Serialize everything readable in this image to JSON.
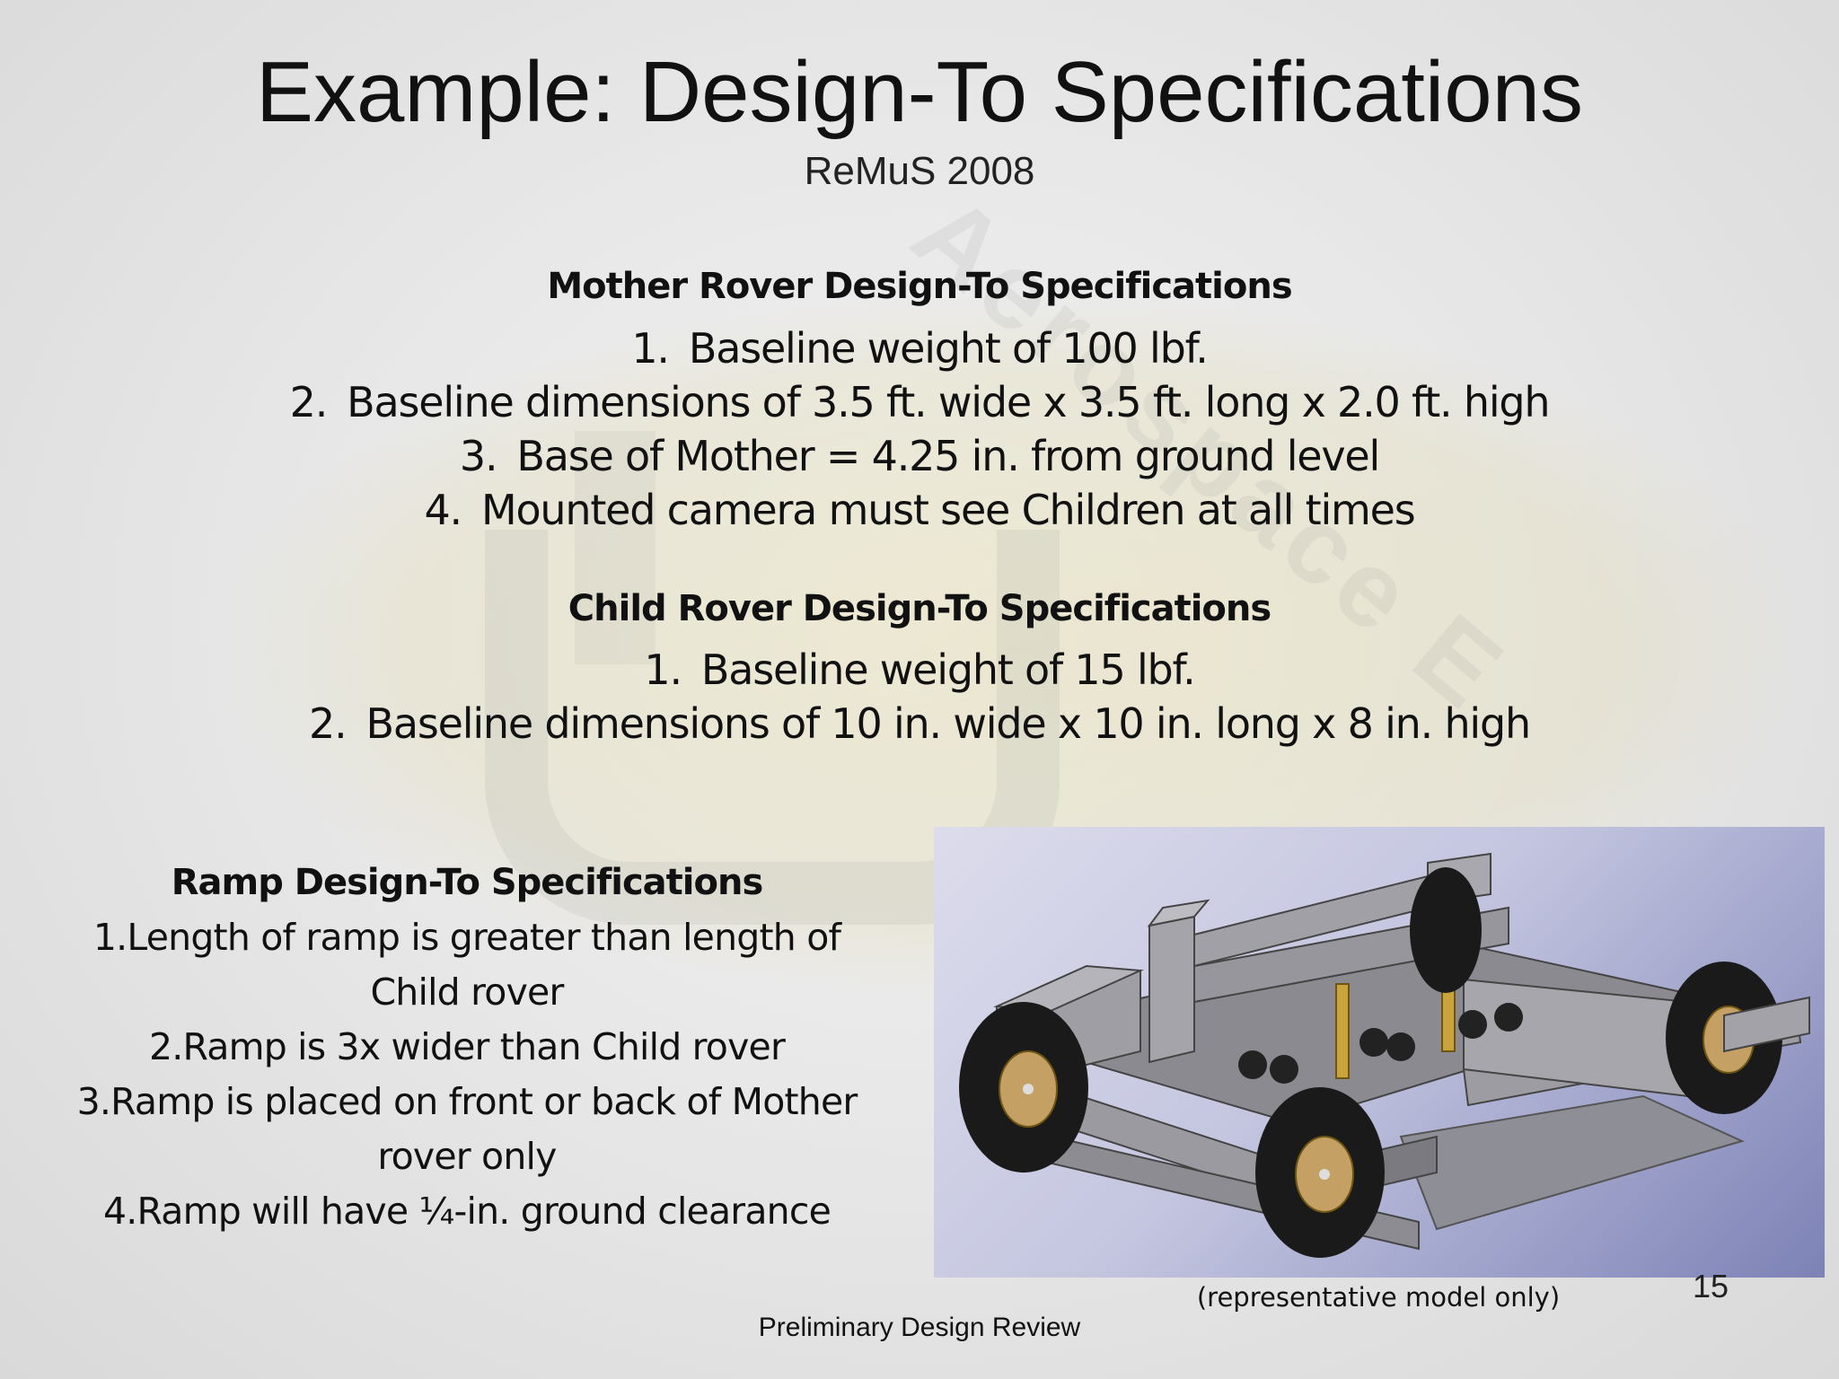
{
  "slide": {
    "title": "Example: Design-To Specifications",
    "subtitle": "ReMuS 2008",
    "watermark_text": "Aerospace E"
  },
  "mother": {
    "heading": "Mother Rover Design-To Specifications",
    "items": [
      {
        "num": "1.",
        "text": "Baseline weight of 100 lbf."
      },
      {
        "num": "2.",
        "text": "Baseline dimensions of 3.5 ft. wide x 3.5 ft. long x 2.0 ft. high"
      },
      {
        "num": "3.",
        "text": "Base of Mother = 4.25 in. from ground level"
      },
      {
        "num": "4.",
        "text": "Mounted camera must see Children at all times"
      }
    ]
  },
  "child": {
    "heading": "Child Rover Design-To Specifications",
    "items": [
      {
        "num": "1.",
        "text": "Baseline weight of 15 lbf."
      },
      {
        "num": "2.",
        "text": "Baseline dimensions of 10 in. wide x 10 in. long x 8 in. high"
      }
    ]
  },
  "ramp": {
    "heading": "Ramp Design-To Specifications",
    "lines": [
      "1.Length of ramp is greater than length of",
      "Child rover",
      "2.Ramp is 3x wider than Child rover",
      "3.Ramp is placed on front or back of Mother",
      "rover only",
      "4.Ramp will have ¼-in. ground clearance"
    ]
  },
  "model": {
    "caption": "(representative model only)"
  },
  "footer": {
    "page_number": "15",
    "text": "Preliminary Design Review"
  }
}
